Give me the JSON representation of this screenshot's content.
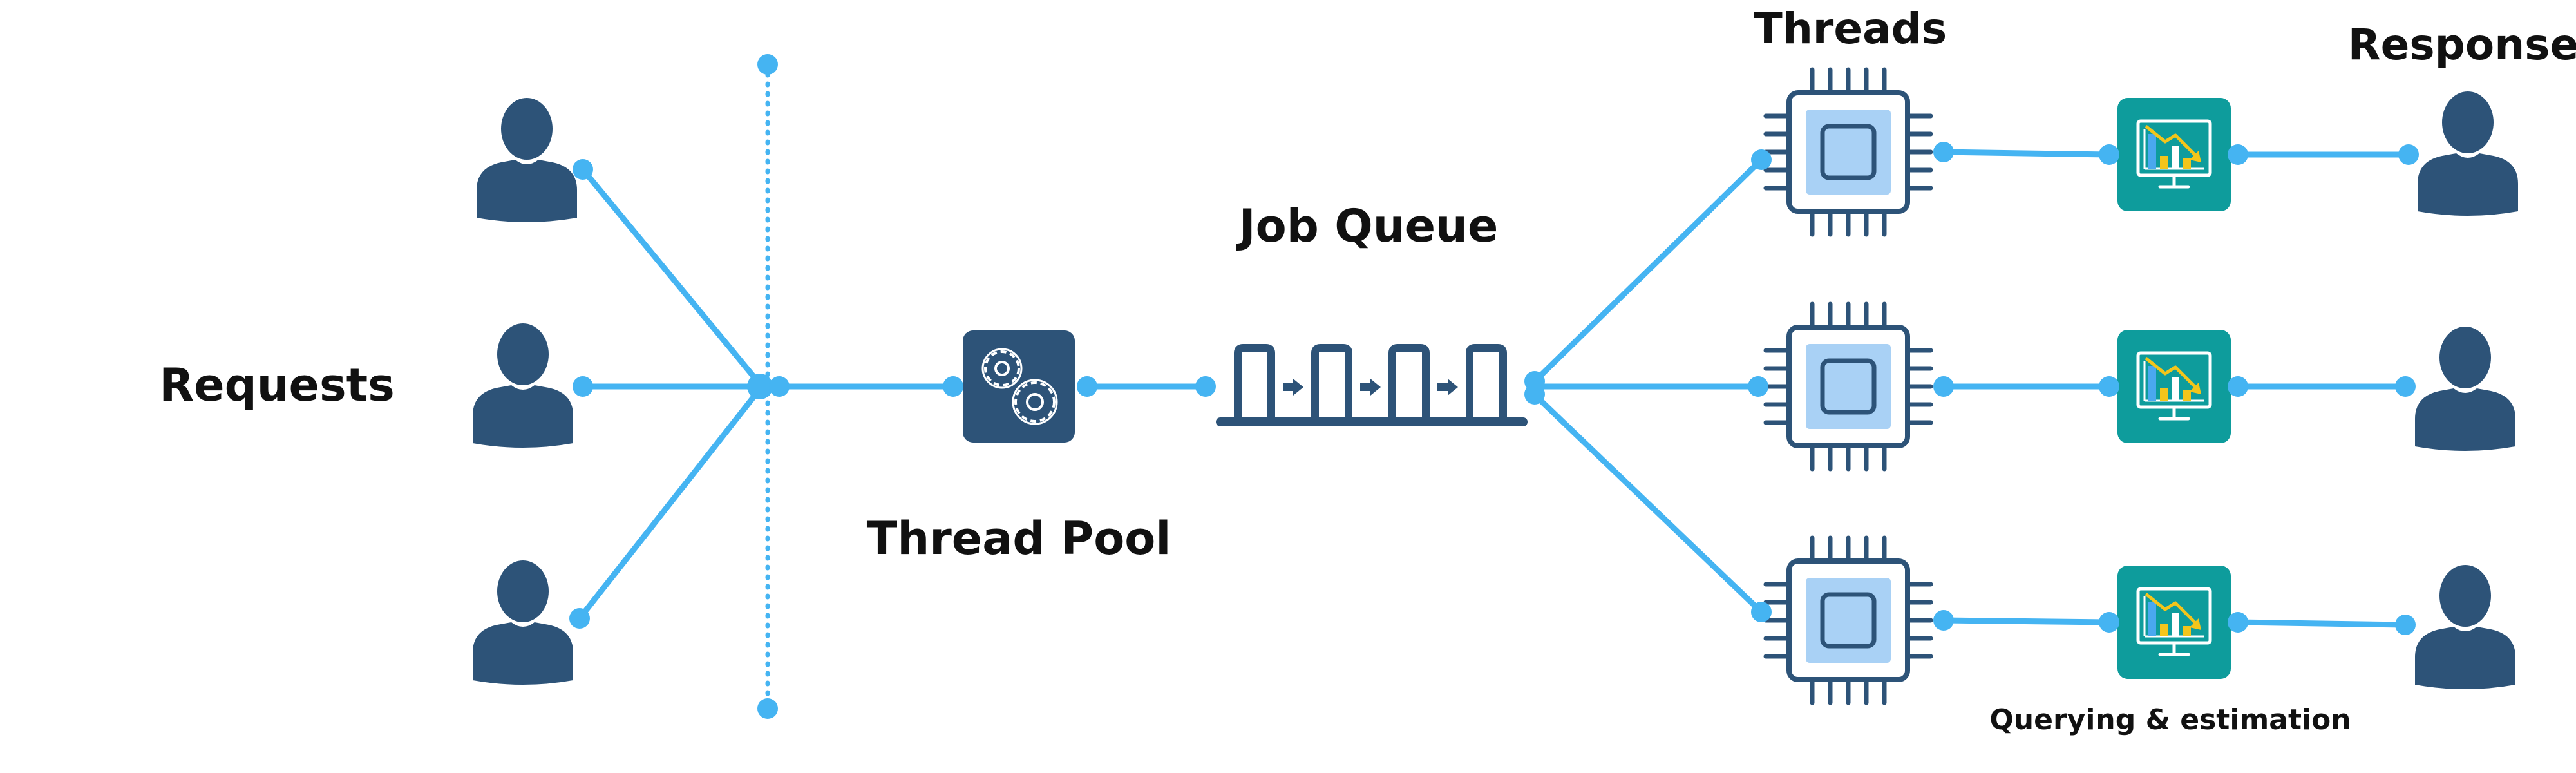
{
  "labels": {
    "requests": "Requests",
    "thread_pool": "Thread Pool",
    "job_queue": "Job Queue",
    "threads": "Threads",
    "response": "Response",
    "querying": "Querying & estimation"
  },
  "colors": {
    "line": "#45b4f2",
    "dark_blue": "#2d5378",
    "teal": "#0e9c9c",
    "chip_inner": "#a9d1f5",
    "chart_yellow": "#f3c51b",
    "text": "#111111"
  },
  "icons": {
    "user": "user-icon",
    "thread_pool": "gears-icon",
    "job_queue": "queue-icon",
    "thread": "cpu-chip-icon",
    "monitor": "monitor-chart-icon"
  }
}
